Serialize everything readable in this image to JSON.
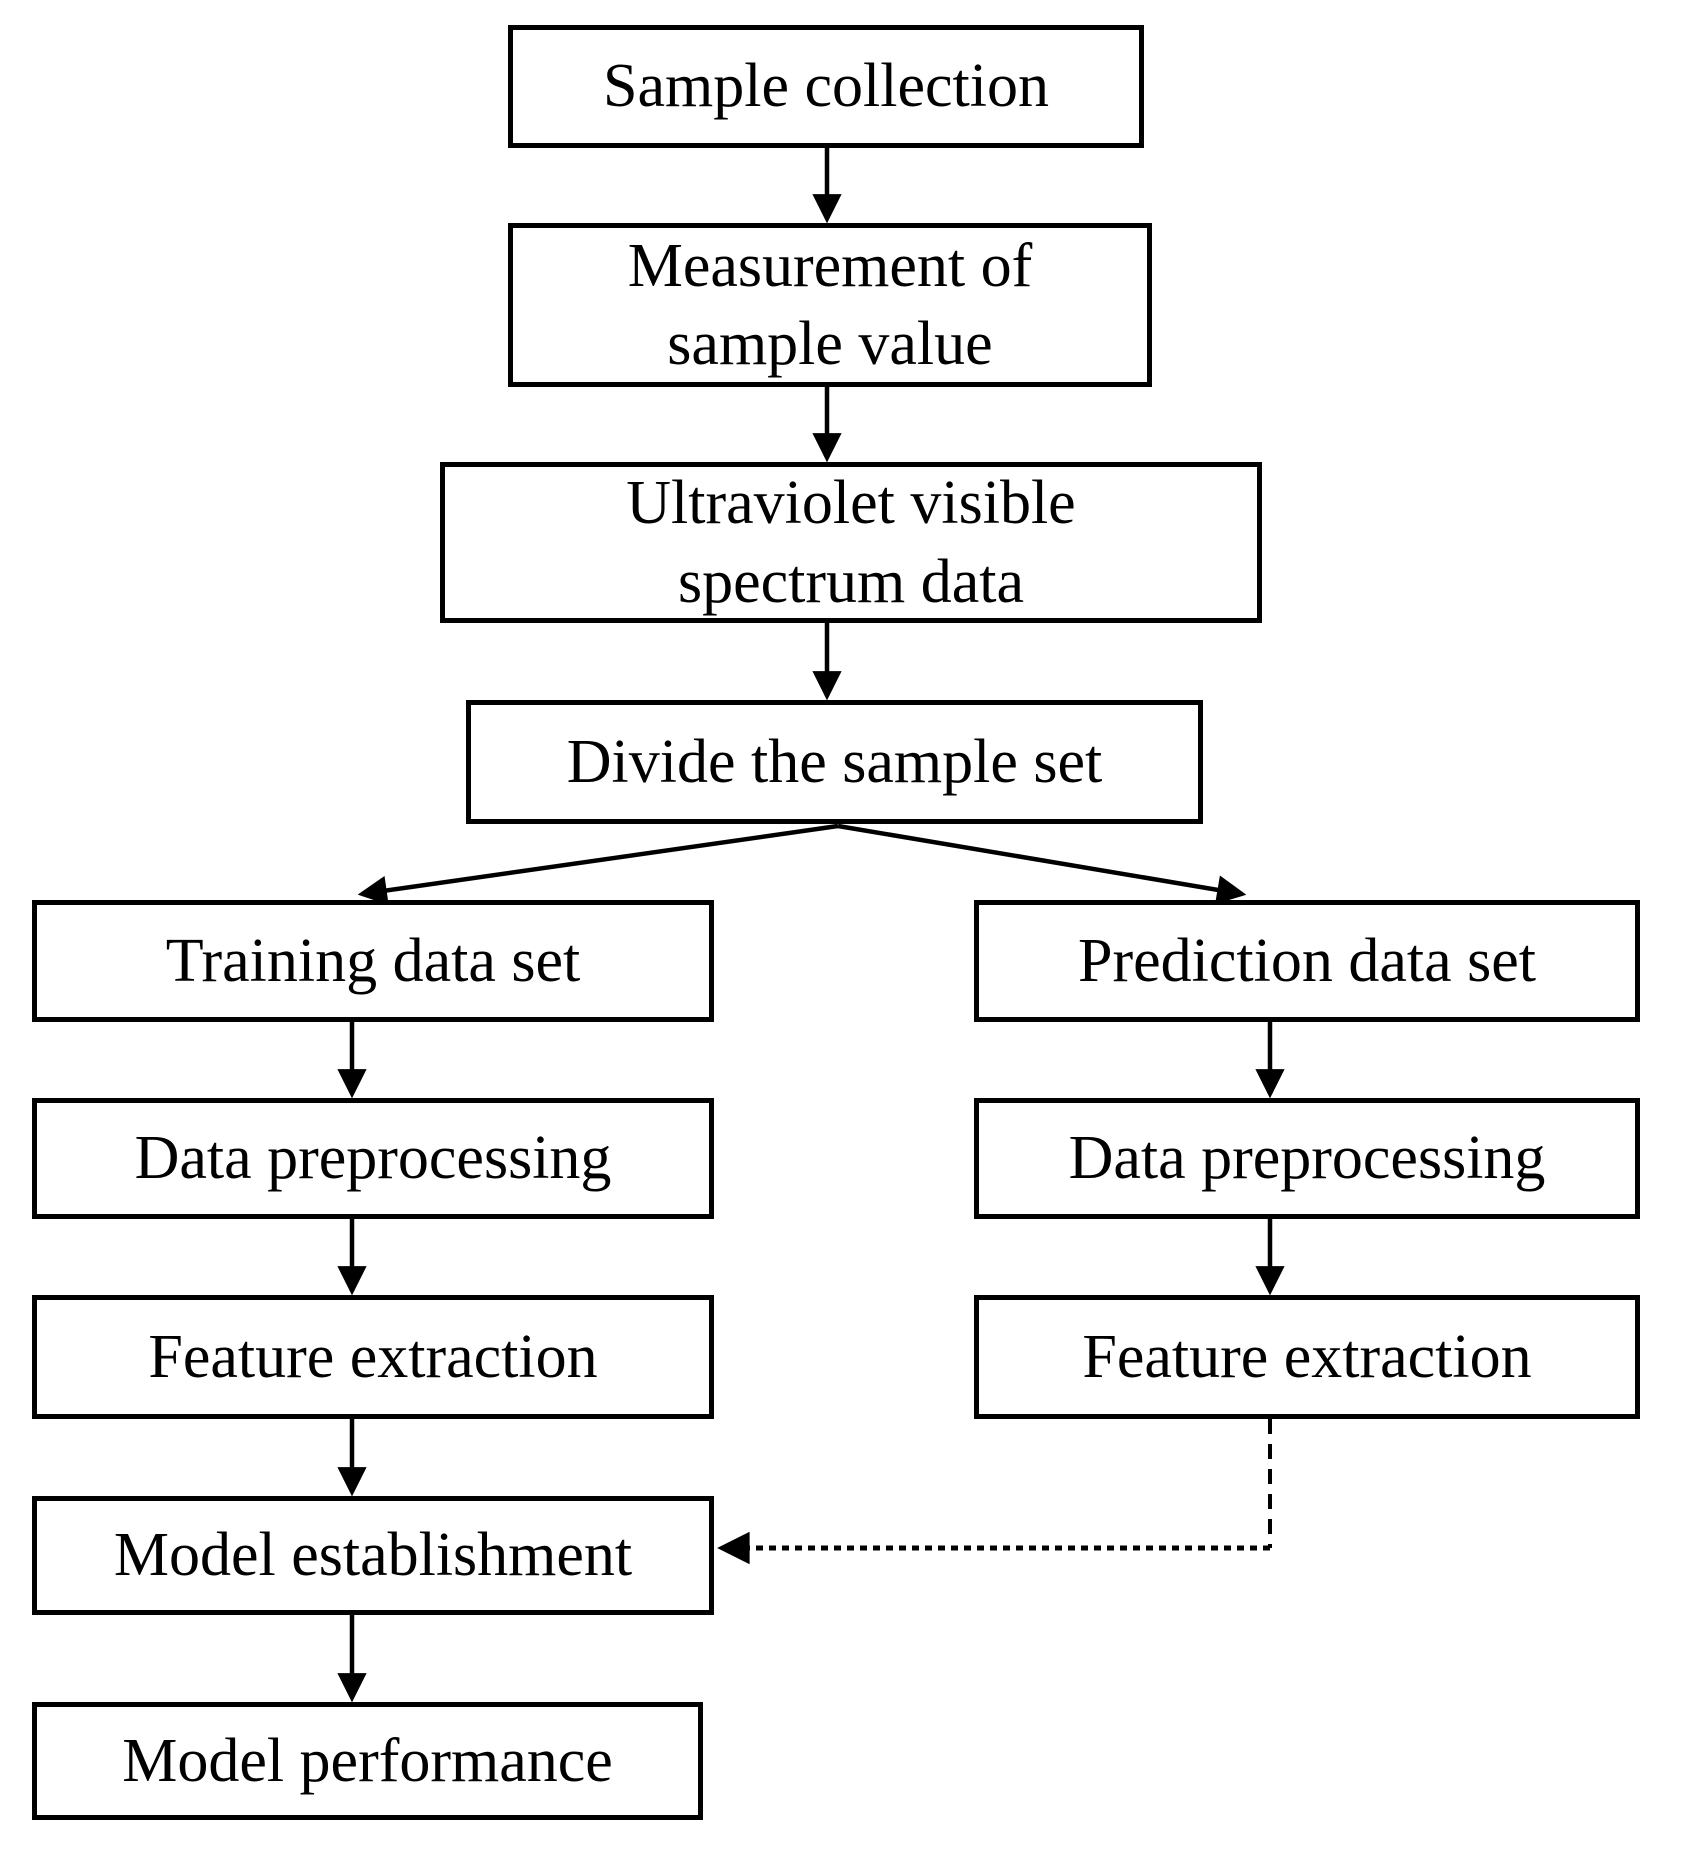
{
  "colors": {
    "background": "#ffffff",
    "box_fill": "#ffffff",
    "box_border": "#000000",
    "text": "#000000",
    "arrow": "#000000"
  },
  "nodes": {
    "sample_collection": {
      "label": "Sample collection"
    },
    "measurement": {
      "label": "Measurement of sample value"
    },
    "uv_spectrum": {
      "label": "Ultraviolet visible spectrum data"
    },
    "divide": {
      "label": "Divide the sample set"
    },
    "training_set": {
      "label": "Training data set"
    },
    "prediction_set": {
      "label": "Prediction data set"
    },
    "preprocessing_left": {
      "label": "Data preprocessing"
    },
    "preprocessing_right": {
      "label": "Data preprocessing"
    },
    "feature_left": {
      "label": "Feature extraction"
    },
    "feature_right": {
      "label": "Feature extraction"
    },
    "model_establishment": {
      "label": "Model establishment"
    },
    "model_performance": {
      "label": "Model performance"
    }
  },
  "edges": [
    {
      "from": "sample_collection",
      "to": "measurement",
      "style": "solid"
    },
    {
      "from": "measurement",
      "to": "uv_spectrum",
      "style": "solid"
    },
    {
      "from": "uv_spectrum",
      "to": "divide",
      "style": "solid"
    },
    {
      "from": "divide",
      "to": "training_set",
      "style": "solid"
    },
    {
      "from": "divide",
      "to": "prediction_set",
      "style": "solid"
    },
    {
      "from": "training_set",
      "to": "preprocessing_left",
      "style": "solid"
    },
    {
      "from": "preprocessing_left",
      "to": "feature_left",
      "style": "solid"
    },
    {
      "from": "feature_left",
      "to": "model_establishment",
      "style": "solid"
    },
    {
      "from": "model_establishment",
      "to": "model_performance",
      "style": "solid"
    },
    {
      "from": "prediction_set",
      "to": "preprocessing_right",
      "style": "solid"
    },
    {
      "from": "preprocessing_right",
      "to": "feature_right",
      "style": "solid"
    },
    {
      "from": "feature_right",
      "to": "model_establishment",
      "style": "dashed"
    }
  ]
}
